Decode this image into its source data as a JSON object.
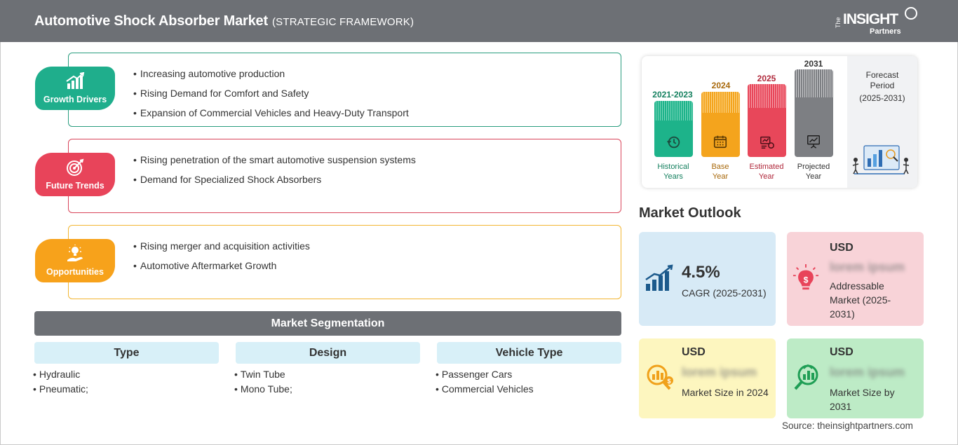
{
  "header": {
    "title": "Automotive Shock Absorber Market",
    "subtitle": "(STRATEGIC FRAMEWORK)",
    "logo_the": "The",
    "logo_insight": "INSIGHT",
    "logo_partners": "Partners"
  },
  "framework": [
    {
      "label": "Growth Drivers",
      "icon": "growth-chart-icon",
      "color": "#1fae8c",
      "border": "#2a9d7f",
      "items": [
        "Increasing automotive production",
        "Rising Demand for Comfort and Safety",
        "Expansion of Commercial Vehicles and Heavy-Duty Transport"
      ]
    },
    {
      "label": "Future Trends",
      "icon": "target-icon",
      "color": "#e8445a",
      "border": "#d9455a",
      "items": [
        "Rising penetration of the smart automotive suspension systems",
        "Demand for Specialized Shock Absorbers"
      ]
    },
    {
      "label": "Opportunities",
      "icon": "lightbulb-hand-icon",
      "color": "#f7a21b",
      "border": "#f2b632",
      "items": [
        "Rising merger and acquisition activities",
        "Automotive Aftermarket Growth"
      ]
    }
  ],
  "segmentation": {
    "title": "Market Segmentation",
    "columns": [
      {
        "heading": "Type",
        "items": [
          "Hydraulic",
          "Pneumatic;"
        ]
      },
      {
        "heading": "Design",
        "items": [
          "Twin Tube",
          "Mono Tube;"
        ]
      },
      {
        "heading": "Vehicle Type",
        "items": [
          "Passenger Cars",
          "Commercial Vehicles"
        ]
      }
    ]
  },
  "timeline": {
    "bars": [
      {
        "year": "2021-2023",
        "caption1": "Historical",
        "caption2": "Years",
        "color": "#1db38a",
        "text_color": "#15805f",
        "icon": "history-icon"
      },
      {
        "year": "2024",
        "caption1": "Base",
        "caption2": "Year",
        "color": "#f4a41d",
        "text_color": "#a8690c",
        "icon": "calendar-icon"
      },
      {
        "year": "2025",
        "caption1": "Estimated",
        "caption2": "Year",
        "color": "#e8475a",
        "text_color": "#b0283b",
        "icon": "estimate-icon"
      },
      {
        "year": "2031",
        "caption1": "Projected",
        "caption2": "Year",
        "color": "#7d7f83",
        "text_color": "#333333",
        "icon": "projection-icon"
      }
    ],
    "forecast_label1": "Forecast",
    "forecast_label2": "Period",
    "forecast_range": "(2025-2031)"
  },
  "outlook": {
    "title": "Market Outlook",
    "cagr_value": "4.5%",
    "cagr_label": "CAGR (2025-2031)",
    "addressable_usd": "USD",
    "addressable_value": "lorem ipsum",
    "addressable_label": "Addressable Market (2025-2031)",
    "size2024_usd": "USD",
    "size2024_value": "lorem ipsum",
    "size2024_label": "Market Size in 2024",
    "size2031_usd": "USD",
    "size2031_value": "lorem ipsum",
    "size2031_label": "Market Size by 2031"
  },
  "source": "Source: theinsightpartners.com"
}
